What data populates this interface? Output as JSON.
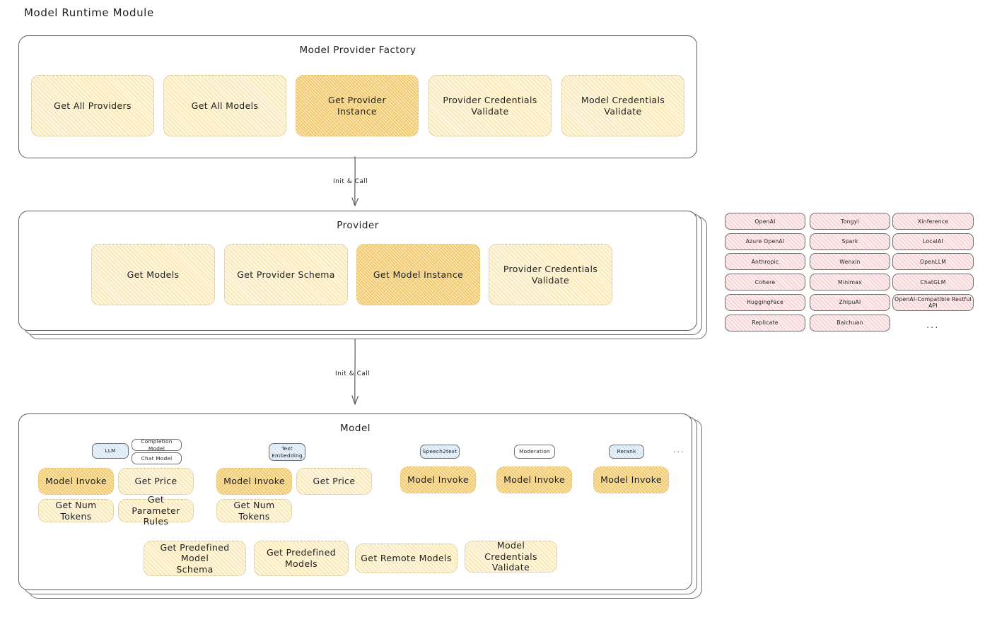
{
  "page": {
    "title": "Model Runtime Module"
  },
  "connectors": [
    {
      "label": "Init & Call"
    },
    {
      "label": "Init & Call"
    }
  ],
  "factory": {
    "title": "Model Provider Factory",
    "nodes": [
      {
        "label": "Get All Providers",
        "highlight": false
      },
      {
        "label": "Get All Models",
        "highlight": false
      },
      {
        "label": "Get Provider\nInstance",
        "highlight": true
      },
      {
        "label": "Provider Credentials\nValidate",
        "highlight": false
      },
      {
        "label": "Model Credentials\nValidate",
        "highlight": false
      }
    ]
  },
  "provider": {
    "title": "Provider",
    "nodes": [
      {
        "label": "Get Models",
        "highlight": false
      },
      {
        "label": "Get Provider Schema",
        "highlight": false
      },
      {
        "label": "Get Model Instance",
        "highlight": true
      },
      {
        "label": "Provider Credentials\nValidate",
        "highlight": false
      }
    ]
  },
  "provider_list": {
    "ellipsis": "...",
    "columns": [
      {
        "items": [
          "OpenAI",
          "Azure OpenAI",
          "Anthropic",
          "Cohere",
          "HuggingFace",
          "Replicate"
        ]
      },
      {
        "items": [
          "Tongyi",
          "Spark",
          "Wenxin",
          "Minimax",
          "ZhipuAI",
          "Baichuan"
        ]
      },
      {
        "items": [
          "Xinference",
          "LocalAI",
          "OpenLLM",
          "ChatGLM",
          "OpenAI-Compatible Restful API"
        ]
      }
    ]
  },
  "model": {
    "title": "Model",
    "ellipsis": "...",
    "groups": [
      {
        "badge": "LLM",
        "badge_style": "blue",
        "sub_badges": [
          "Completion Model",
          "Chat Model"
        ],
        "nodes_row1": [
          {
            "label": "Model Invoke",
            "highlight": true
          },
          {
            "label": "Get Price",
            "highlight": false
          }
        ],
        "nodes_row2": [
          {
            "label": "Get Num Tokens",
            "highlight": false
          },
          {
            "label": "Get Parameter\nRules",
            "highlight": false
          }
        ]
      },
      {
        "badge": "Text\nEmbedding",
        "badge_style": "blue",
        "sub_badges": [],
        "nodes_row1": [
          {
            "label": "Model Invoke",
            "highlight": true
          },
          {
            "label": "Get Price",
            "highlight": false
          }
        ],
        "nodes_row2": [
          {
            "label": "Get Num Tokens",
            "highlight": false
          }
        ]
      },
      {
        "badge": "Speech2text",
        "badge_style": "blue",
        "sub_badges": [],
        "nodes_row1": [
          {
            "label": "Model Invoke",
            "highlight": true
          }
        ],
        "nodes_row2": []
      },
      {
        "badge": "Moderation",
        "badge_style": "plain",
        "sub_badges": [],
        "nodes_row1": [
          {
            "label": "Model Invoke",
            "highlight": true
          }
        ],
        "nodes_row2": []
      },
      {
        "badge": "Rerank",
        "badge_style": "blue",
        "sub_badges": [],
        "nodes_row1": [
          {
            "label": "Model Invoke",
            "highlight": true
          }
        ],
        "nodes_row2": []
      }
    ],
    "common_nodes": [
      {
        "label": "Get Predefined Model\nSchema"
      },
      {
        "label": "Get Predefined\nModels"
      },
      {
        "label": "Get Remote Models"
      },
      {
        "label": "Model Credentials\nValidate"
      }
    ]
  },
  "colors": {
    "node_fill": "#fdf6dd",
    "node_fill_highlight": "#fbe8b8",
    "chip_fill": "#fdeced",
    "badge_fill": "#e8f2fb",
    "stroke": "#5c5c5c",
    "text": "#1e1e1e"
  }
}
